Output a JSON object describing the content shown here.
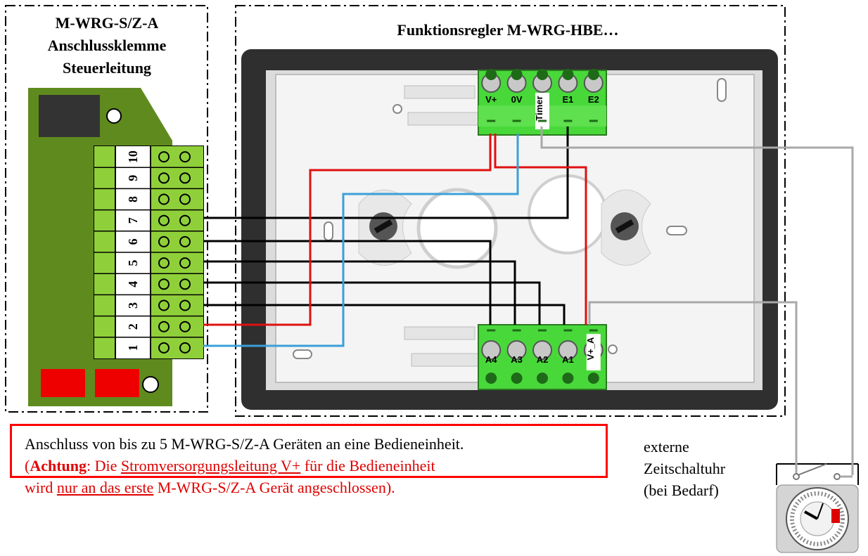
{
  "left_box": {
    "title_lines": [
      "M-WRG-S/Z-A",
      "Anschlussklemme",
      "Steuerleitung"
    ]
  },
  "right_box": {
    "title": "Funktionsregler M-WRG-HBE…"
  },
  "terminal_block_numbers": [
    "10",
    "9",
    "8",
    "7",
    "6",
    "5",
    "4",
    "3",
    "2",
    "1"
  ],
  "top_terminals": [
    "V+",
    "0V",
    "Timer",
    "E1",
    "E2"
  ],
  "bottom_terminals": [
    "A4",
    "A3",
    "A2",
    "A1",
    "V+_A"
  ],
  "note": {
    "line1": "Anschluss von bis zu 5 M-WRG-S/Z-A Geräten an eine Bedieneinheit.",
    "line2_prefix": "(",
    "line2_bold": "Achtung",
    "line2_mid": ": Die ",
    "line2_underlined": "Stromversorgungsleitung V+",
    "line2_suffix": " für die Bedieneinheit",
    "line3_prefix": "wird ",
    "line3_underlined": "nur an das erste",
    "line3_suffix": " M-WRG-S/Z-A Gerät angeschlossen)."
  },
  "external_timer": {
    "lines": [
      "externe",
      "Zeitschaltuhr",
      "(bei Bedarf)"
    ]
  },
  "colors": {
    "pcb_green": "#5f8a1e",
    "terminal_green": "#48d83a",
    "wire_red": "#e01010",
    "wire_blue": "#3aa0d8",
    "wire_black": "#000000",
    "wire_gray": "#a8a8a8",
    "note_border": "#ff0000"
  }
}
